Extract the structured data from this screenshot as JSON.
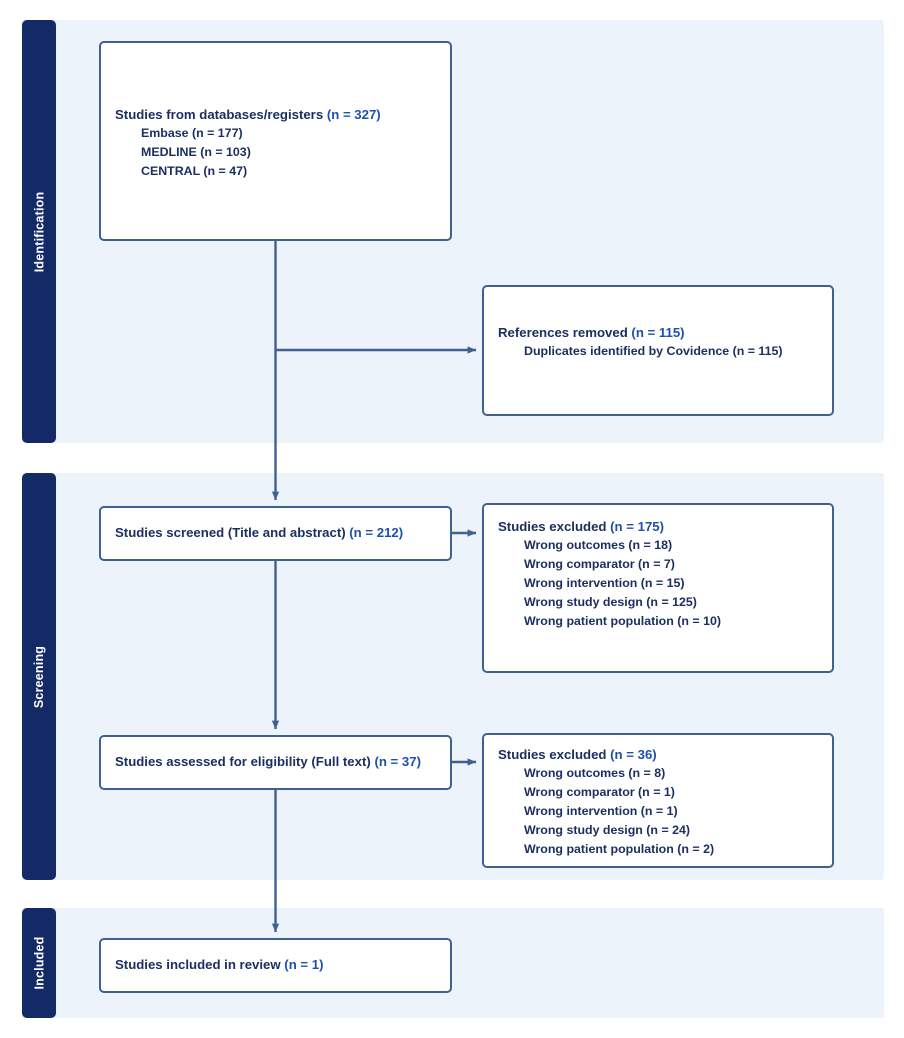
{
  "diagram": {
    "type": "prisma-flow-diagram",
    "accent_color": "#1f4fad",
    "text_color": "#1b3060",
    "box_border_color": "#40618f",
    "panel_color": "#edf3fb",
    "stage_bar_color": "#142a66"
  },
  "stages": {
    "identification": "Identification",
    "screening": "Screening",
    "included": "Included"
  },
  "boxes": {
    "databases": {
      "title": "Studies from databases/registers",
      "count": "(n = 327)",
      "items": [
        "Embase (n = 177)",
        "MEDLINE (n = 103)",
        "CENTRAL (n = 47)"
      ]
    },
    "removed": {
      "title": "References removed",
      "count": "(n = 115)",
      "items": [
        "Duplicates identified by Covidence (n = 115)"
      ]
    },
    "screened": {
      "title": "Studies screened (Title and abstract)",
      "count": "(n = 212)",
      "items": []
    },
    "excluded_screening": {
      "title": "Studies excluded",
      "count": "(n = 175)",
      "items": [
        "Wrong outcomes (n = 18)",
        "Wrong comparator (n = 7)",
        "Wrong intervention (n = 15)",
        "Wrong study design (n = 125)",
        "Wrong patient population (n = 10)"
      ]
    },
    "eligibility": {
      "title": "Studies assessed for eligibility (Full text)",
      "count": "(n = 37)",
      "items": []
    },
    "excluded_fulltext": {
      "title": "Studies excluded",
      "count": "(n = 36)",
      "items": [
        "Wrong outcomes (n = 8)",
        "Wrong comparator (n = 1)",
        "Wrong intervention (n = 1)",
        "Wrong study design (n = 24)",
        "Wrong patient population (n = 2)"
      ]
    },
    "included": {
      "title": "Studies included in review",
      "count": "(n = 1)",
      "items": []
    }
  }
}
